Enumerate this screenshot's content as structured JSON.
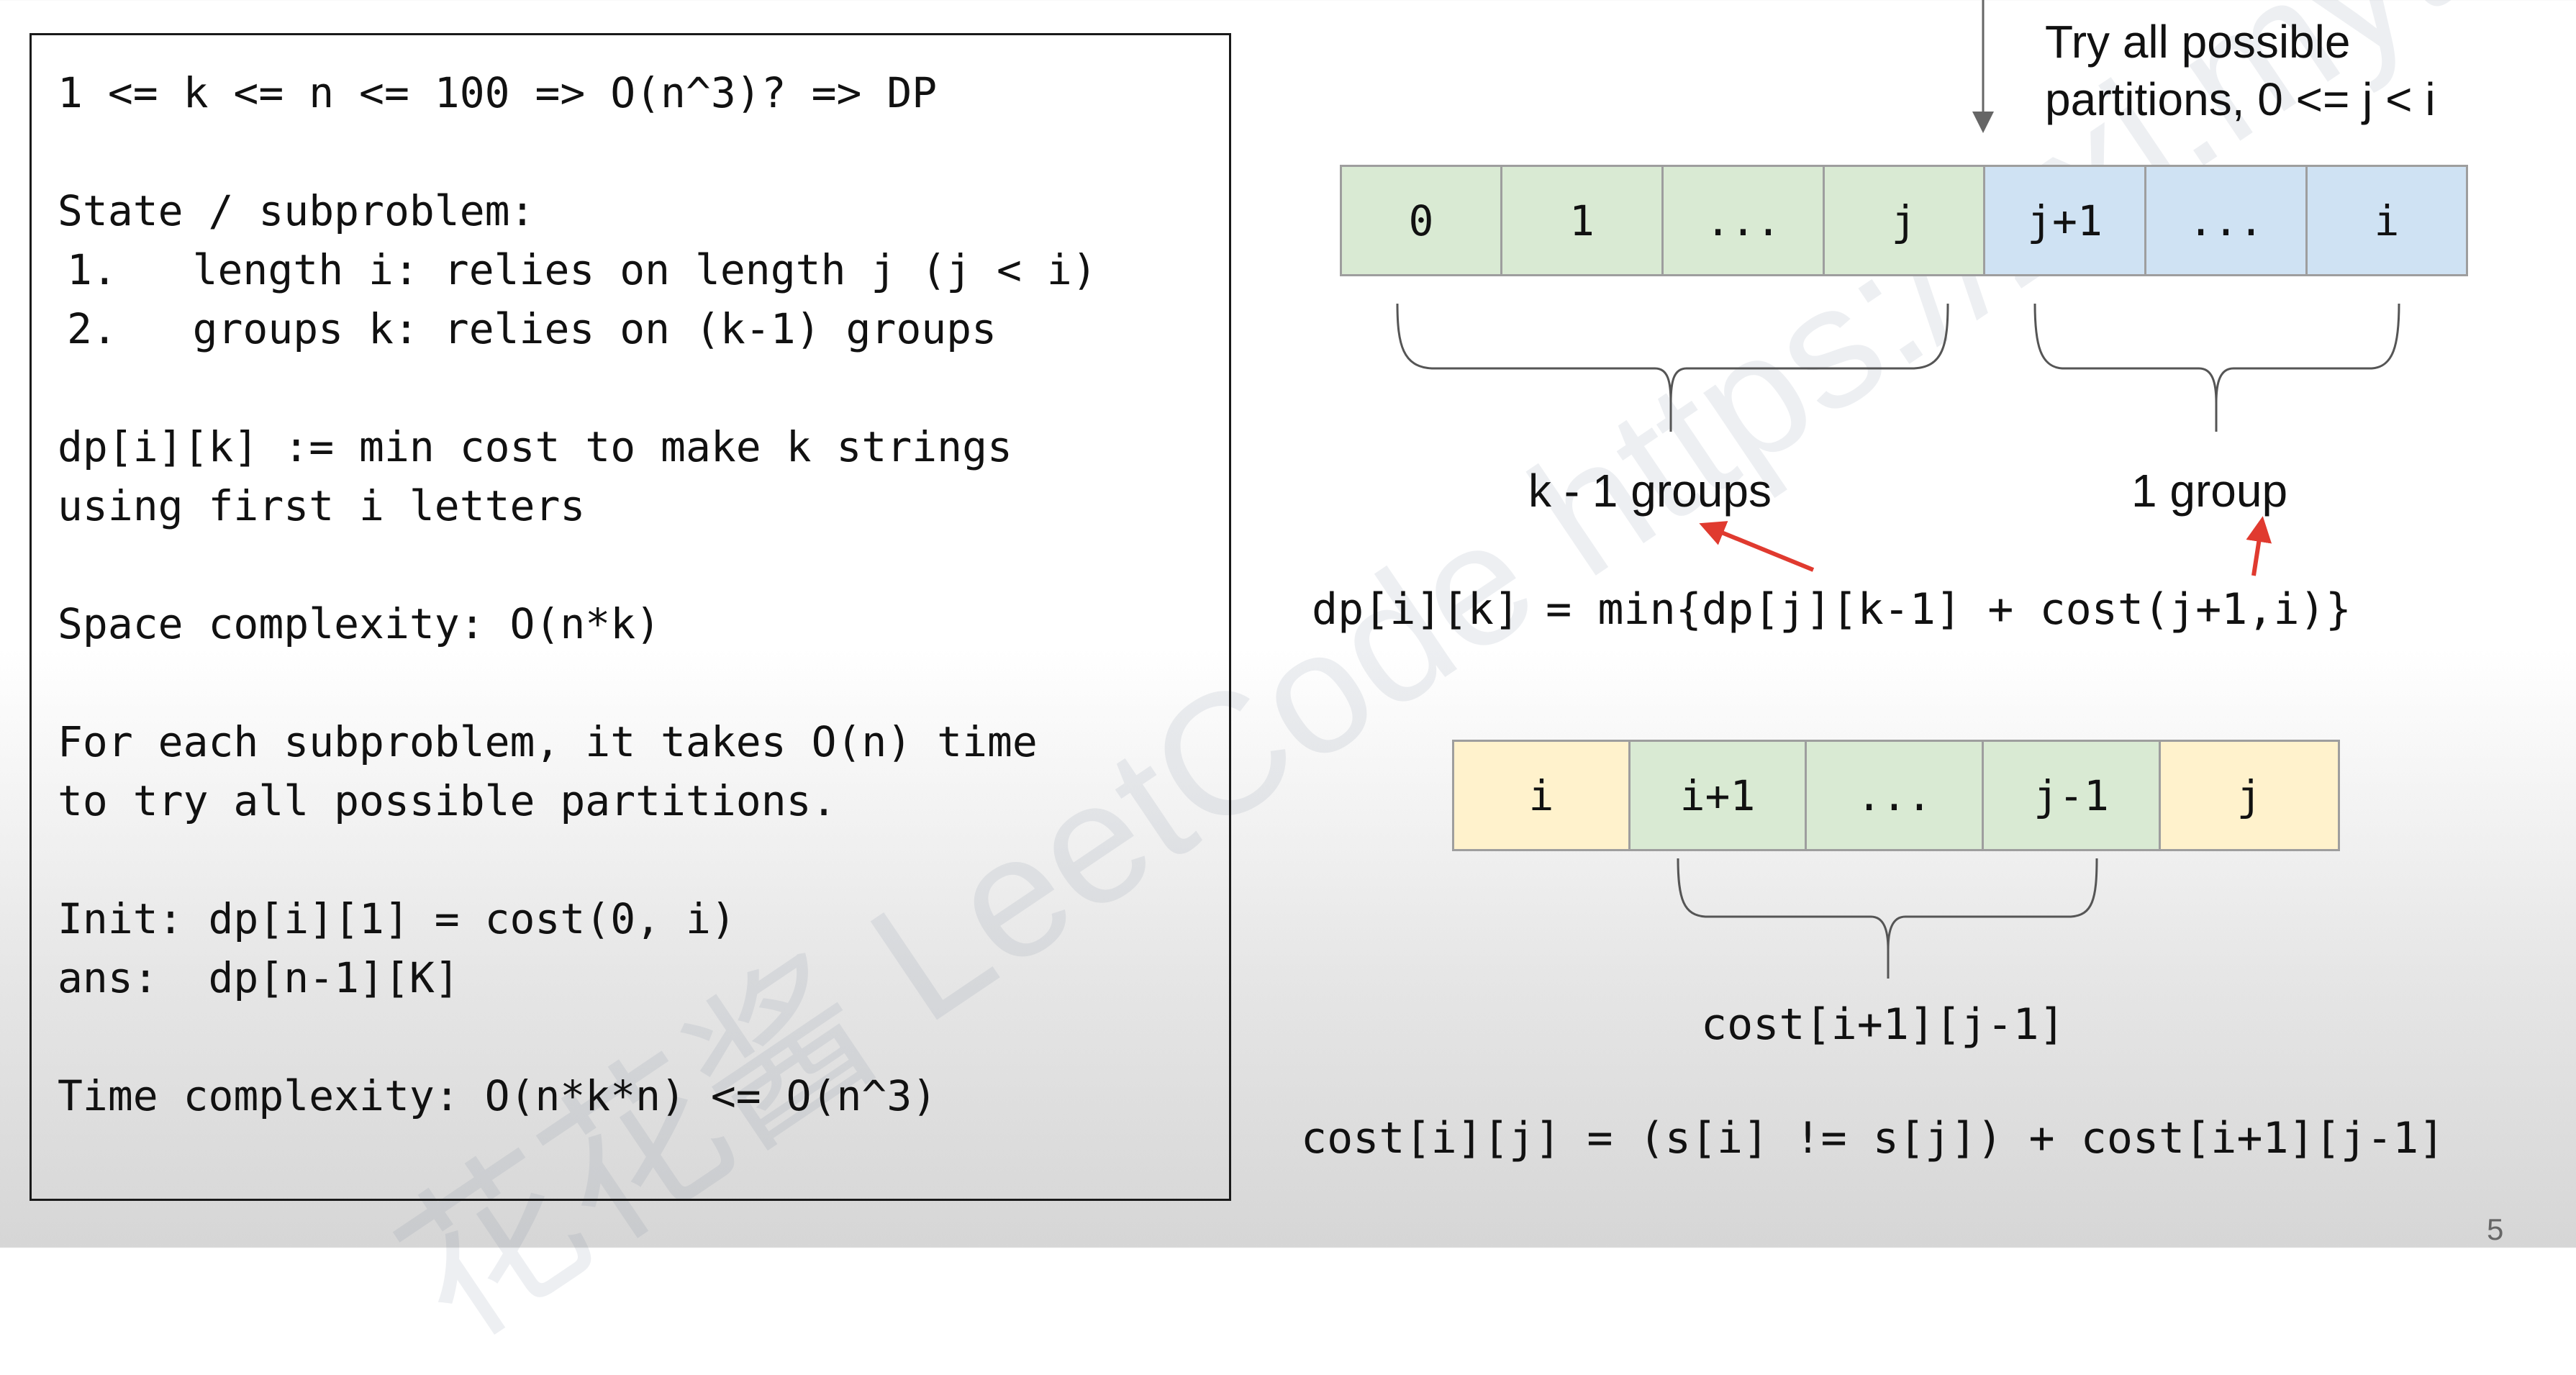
{
  "code_lines": [
    "1 <= k <= n <= 100 => O(n^3)? => DP",
    "State / subproblem:",
    "1.   length i: relies on length j (j < i)",
    "2.   groups k: relies on (k-1) groups",
    "dp[i][k] := min cost to make k strings",
    "using first i letters",
    "Space complexity: O(n*k)",
    "For each subproblem, it takes O(n) time",
    "to try all possible partitions.",
    "Init: dp[i][1] = cost(0, i)",
    "ans:  dp[n-1][K]",
    "Time complexity: O(n*k*n) <= O(n^3)"
  ],
  "partition_note": [
    "Try all possible",
    "partitions, 0 <= j < i"
  ],
  "top_cells": [
    "0",
    "1",
    "...",
    "j",
    "j+1",
    "...",
    "i"
  ],
  "group_labels": {
    "left": "k - 1 groups",
    "right": "1 group"
  },
  "dp_formula": "dp[i][k] = min{dp[j][k-1] + cost(j+1,i)}",
  "bottom_cells": [
    "i",
    "i+1",
    "...",
    "j-1",
    "j"
  ],
  "cost_inner_label": "cost[i+1][j-1]",
  "cost_formula": "cost[i][j] = (s[i] != s[j]) + cost[i+1][j-1]",
  "watermark": "花花酱 LeetCode https://zxi.mytechroad.com/blog",
  "page_number": "5",
  "colors": {
    "green_cell": "#d9ead3",
    "blue_cell": "#cfe2f3",
    "yellow_cell": "#fff2cc",
    "arrow_red": "#e03a2f",
    "arrow_gray": "#666666"
  }
}
